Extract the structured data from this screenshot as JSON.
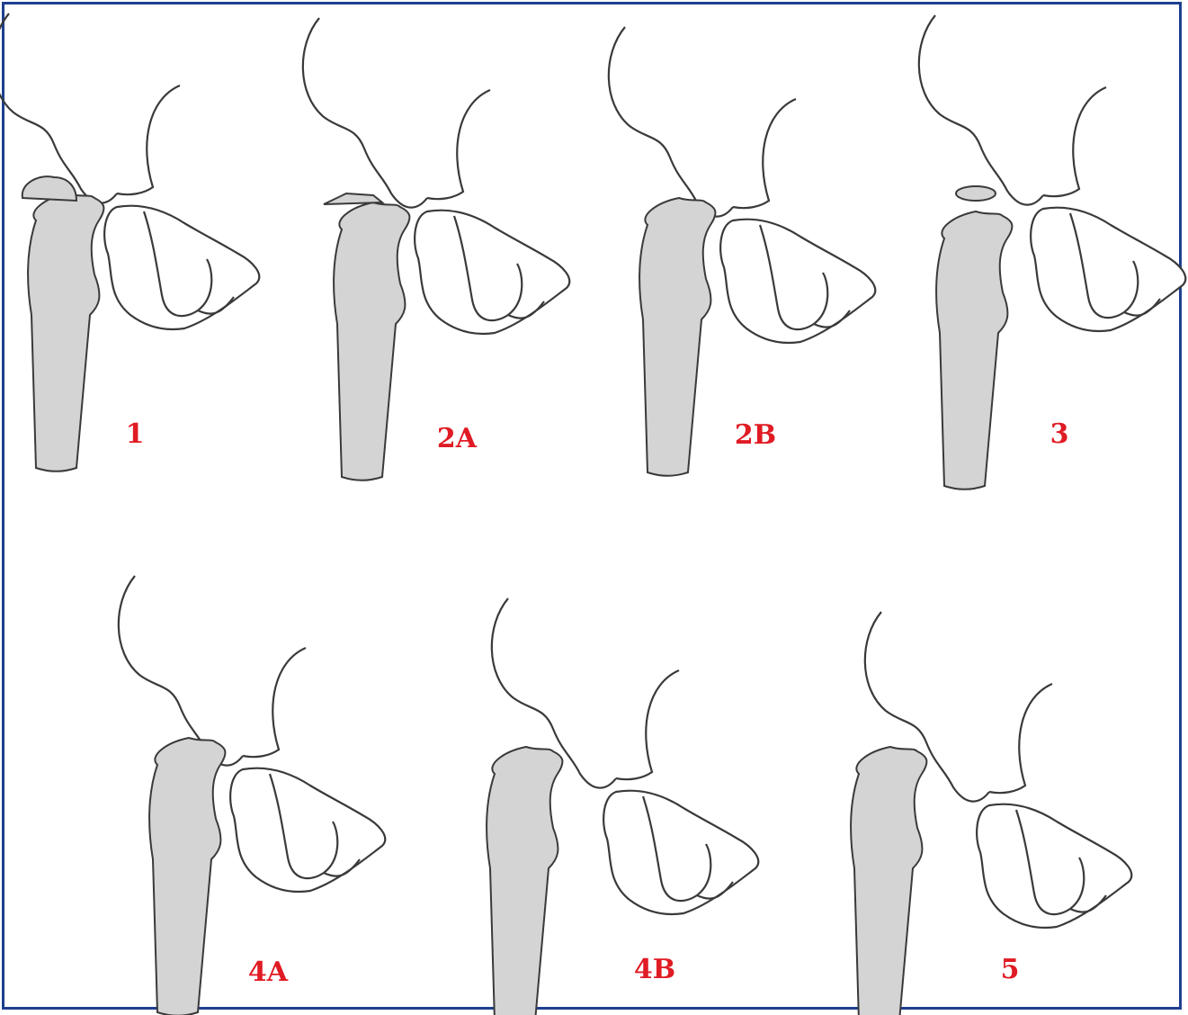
{
  "colors": {
    "frame": "#1f3f8f",
    "label": "#e01b24",
    "femur_fill": "#d4d4d4",
    "outline": "#3a3a3a"
  },
  "panels": [
    {
      "label": "1",
      "epiphysis": "normal"
    },
    {
      "label": "2A",
      "epiphysis": "flattened"
    },
    {
      "label": "2B",
      "epiphysis": "none"
    },
    {
      "label": "3",
      "epiphysis": "displaced"
    },
    {
      "label": "4A",
      "epiphysis": "none"
    },
    {
      "label": "4B",
      "epiphysis": "none"
    },
    {
      "label": "5",
      "epiphysis": "none"
    }
  ]
}
